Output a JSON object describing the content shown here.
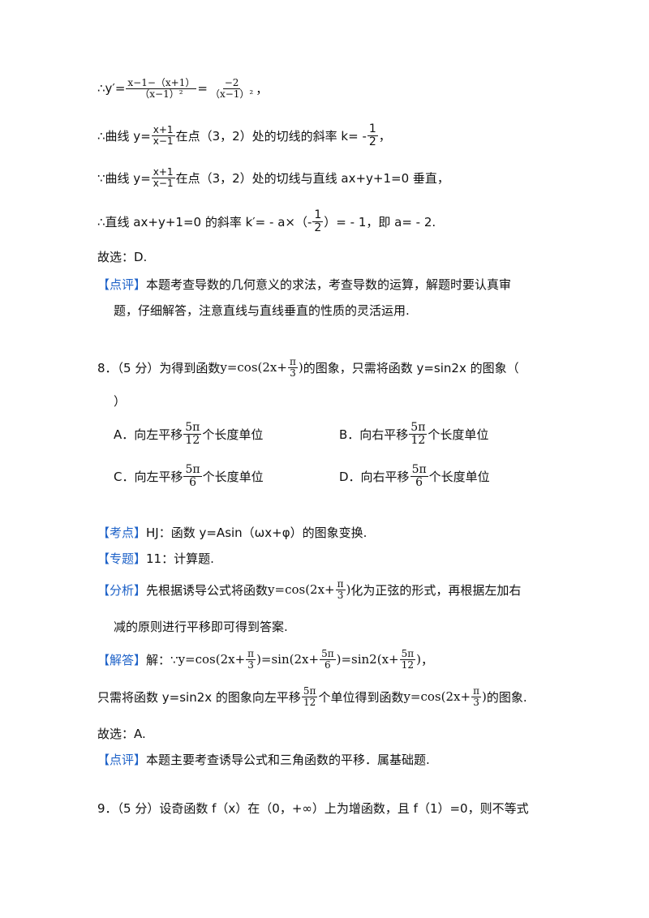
{
  "l1": {
    "a": "∴y′=",
    "f1n": "x−1−（x+1）",
    "f1d": "（x−1）²",
    "eq": "=",
    "f2n": "−2",
    "f2d": "（x−1）²",
    "end": "，"
  },
  "l2": {
    "a": "∴曲线 y=",
    "fn": "x+1",
    "fd": "x−1",
    "b": "在点（3，2）处的切线的斜率 k= -",
    "kn": "1",
    "kd": "2",
    "end": "，"
  },
  "l3": {
    "a": "∵曲线 y=",
    "fn": "x+1",
    "fd": "x−1",
    "b": "在点（3，2）处的切线与直线 ax+y+1=0 垂直，"
  },
  "l4": {
    "a": "∴直线 ax+y+1=0 的斜率 k′= - a×（-",
    "fn": "1",
    "fd": "2",
    "b": "）= - 1，即 a= - 2."
  },
  "l5": "故选：D.",
  "l6": {
    "tag": "【点评】",
    "text": "本题考查导数的几何意义的求法，考查导数的运算，解题时要认真审"
  },
  "l7": "题，仔细解答，注意直线与直线垂直的性质的灵活运用.",
  "q8": {
    "a": "8．（5 分）为得到函数",
    "expr1": "y=cos(2x+",
    "pn": "π",
    "pd": "3",
    "expr2": ")",
    "b": "的图象，只需将函数 y=sin2x 的图象（"
  },
  "q8b": "）",
  "opts": [
    {
      "label": "A．向左平移",
      "n": "5π",
      "d": "12",
      "tail": "个长度单位"
    },
    {
      "label": "B．向右平移",
      "n": "5π",
      "d": "12",
      "tail": "个长度单位"
    },
    {
      "label": "C．向左平移",
      "n": "5π",
      "d": "6",
      "tail": "个长度单位"
    },
    {
      "label": "D．向右平移",
      "n": "5π",
      "d": "6",
      "tail": "个长度单位"
    }
  ],
  "kd": {
    "tag": "【考点】",
    "text": "HJ：函数 y=Asin（ωx+φ）的图象变换."
  },
  "zt": {
    "tag": "【专题】",
    "text": "11：计算题."
  },
  "fx": {
    "tag": "【分析】",
    "a": "先根据诱导公式将函数",
    "expr1": "y=cos(2x+",
    "pn": "π",
    "pd": "3",
    "expr2": ")",
    "b": "化为正弦的形式，再根据左加右"
  },
  "fx2": "减的原则进行平移即可得到答案.",
  "jd": {
    "tag": "【解答】",
    "a": "解：∵",
    "e1": "y=cos(2x+",
    "n1": "π",
    "d1": "3",
    "e2": ")=sin(2x+",
    "n2": "5π",
    "d2": "6",
    "e3": ")=sin2(x+",
    "n3": "5π",
    "d3": "12",
    "e4": ")",
    "end": "，"
  },
  "jd2": {
    "a": "只需将函数 y=sin2x 的图象向左平移",
    "n": "5π",
    "d": "12",
    "b": "个单位得到函数",
    "e1": "y=cos(2x+",
    "pn": "π",
    "pd": "3",
    "e2": ")",
    "c": "的图象."
  },
  "gx": "故选：A.",
  "dp": {
    "tag": "【点评】",
    "text": "本题主要考查诱导公式和三角函数的平移．属基础题."
  },
  "q9": "9．（5 分）设奇函数 f（x）在（0，+∞）上为增函数，且 f（1）=0，则不等式"
}
